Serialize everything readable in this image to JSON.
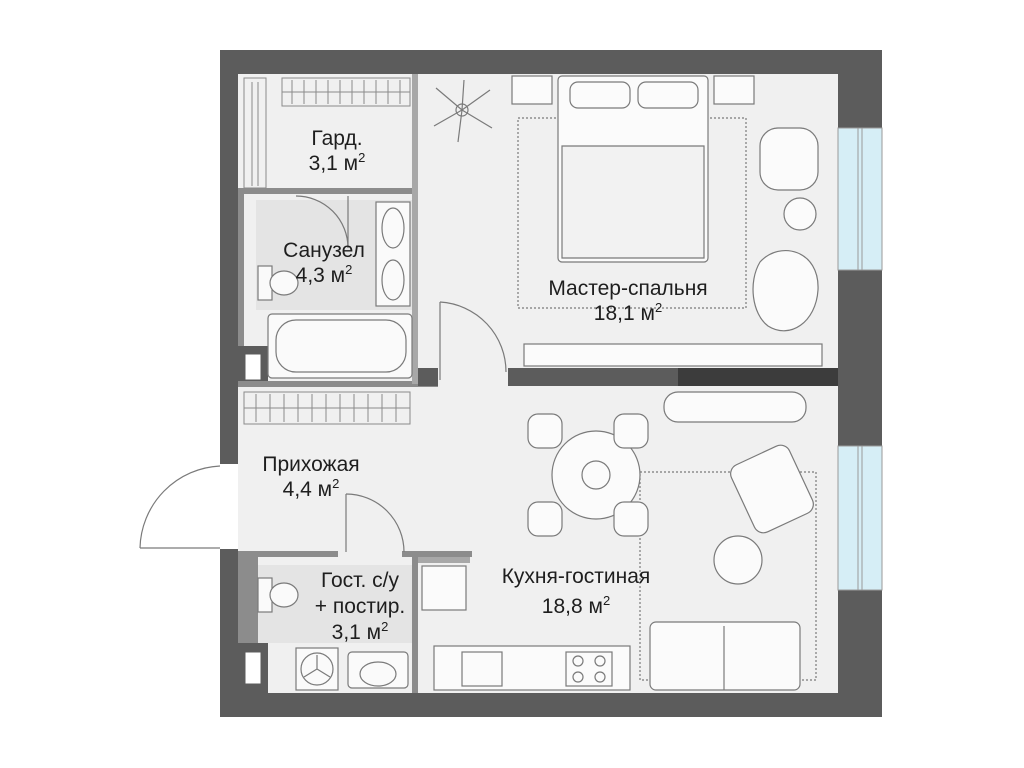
{
  "rooms": {
    "wardrobe": {
      "name": "Гард.",
      "area": "3,1 м",
      "unit_sup": "2"
    },
    "bathroom": {
      "name": "Санузел",
      "area": "4,3 м",
      "unit_sup": "2"
    },
    "bedroom": {
      "name": "Мастер-спальня",
      "area": "18,1 м",
      "unit_sup": "2"
    },
    "hallway": {
      "name": "Прихожая",
      "area": "4,4 м",
      "unit_sup": "2"
    },
    "guest_wc": {
      "name_line1": "Гост. с/у",
      "name_line2": "+ постир.",
      "area": "3,1 м",
      "unit_sup": "2"
    },
    "kitchen_living": {
      "name": "Кухня-гостиная",
      "area": "18,8 м",
      "unit_sup": "2"
    }
  },
  "colors": {
    "outer_wall": "#5c5c5c",
    "floor": "#f0f0f0",
    "wet_floor": "#e4e4e4",
    "window_glass": "#d6eef6",
    "line": "#6e6e6e",
    "text": "#1e1e1e"
  }
}
